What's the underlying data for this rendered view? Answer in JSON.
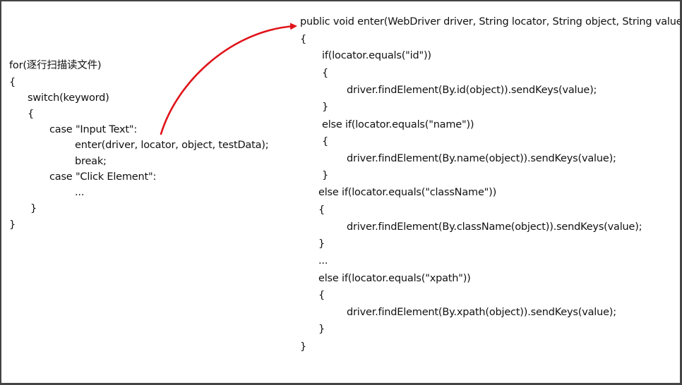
{
  "left_code": [
    "for(逐行扫描读文件)",
    "{",
    "switch(keyword)",
    "{",
    "case \"Input Text\":",
    "enter(driver, locator, object, testData);",
    "break;",
    "case \"Click Element\":",
    "...",
    "}",
    "}"
  ],
  "right_code": [
    "public void enter(WebDriver driver, String locator, String object, String value)",
    "{",
    "if(locator.equals(\"id\"))",
    "{",
    "driver.findElement(By.id(object)).sendKeys(value);",
    "}",
    "else if(locator.equals(\"name\"))",
    "{",
    "driver.findElement(By.name(object)).sendKeys(value);",
    "}",
    "else if(locator.equals(\"className\"))",
    "{",
    "driver.findElement(By.className(object)).sendKeys(value);",
    "}",
    "...",
    "else if(locator.equals(\"xpath\"))",
    "{",
    "driver.findElement(By.xpath(object)).sendKeys(value);",
    "}",
    "}"
  ],
  "colors": {
    "text": "#111111",
    "arrow": "#e0141a",
    "border": "#444444"
  }
}
